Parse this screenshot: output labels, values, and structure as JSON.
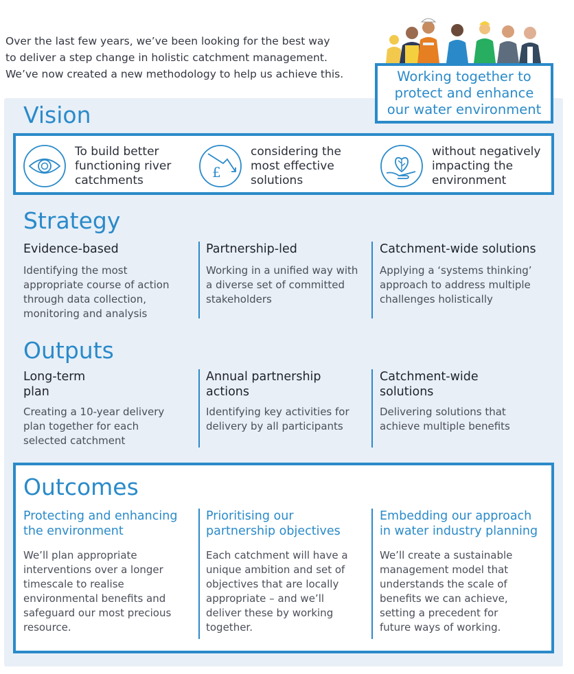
{
  "intro": {
    "lines": [
      "Over the last few years, we’ve been looking for the best way",
      "to deliver a step change in holistic catchment management.",
      "We’ve now created a new methodology to help us achieve this."
    ]
  },
  "callout": {
    "lines": [
      "Working together to",
      "protect and enhance",
      "our water environment"
    ]
  },
  "vision": {
    "heading": "Vision",
    "items": [
      {
        "icon": "eye-icon",
        "lines": [
          "To build better",
          "functioning river",
          "catchments"
        ]
      },
      {
        "icon": "pound-arrow-icon",
        "lines": [
          "considering the",
          "most effective",
          "solutions"
        ]
      },
      {
        "icon": "hand-leaf-icon",
        "lines": [
          "without negatively",
          "impacting the",
          "environment"
        ]
      }
    ]
  },
  "strategy": {
    "heading": "Strategy",
    "columns": [
      {
        "title": [
          "Evidence-based"
        ],
        "body": [
          "Identifying the most",
          "appropriate course of action",
          "through data collection,",
          "monitoring and analysis"
        ]
      },
      {
        "title": [
          "Partnership-led"
        ],
        "body": [
          "Working in a unified way with",
          "a diverse set of committed",
          "stakeholders"
        ]
      },
      {
        "title": [
          "Catchment-wide solutions"
        ],
        "body": [
          "Applying a ‘systems thinking’",
          "approach to address multiple",
          "challenges holistically"
        ]
      }
    ]
  },
  "outputs": {
    "heading": "Outputs",
    "columns": [
      {
        "title": [
          "Long-term",
          "plan"
        ],
        "body": [
          "Creating a 10-year delivery",
          "plan together for each",
          "selected catchment"
        ]
      },
      {
        "title": [
          "Annual partnership",
          "actions"
        ],
        "body": [
          "Identifying key activities for",
          "delivery by all participants"
        ]
      },
      {
        "title": [
          "Catchment-wide",
          "solutions"
        ],
        "body": [
          "Delivering solutions that",
          "achieve multiple benefits"
        ]
      }
    ]
  },
  "outcomes": {
    "heading": "Outcomes",
    "columns": [
      {
        "title": [
          "Protecting and enhancing",
          "the environment"
        ],
        "body": [
          "We’ll plan appropriate",
          "interventions over a longer",
          "timescale to realise",
          "environmental benefits and",
          "safeguard our most precious",
          "resource."
        ]
      },
      {
        "title": [
          "Prioritising our",
          "partnership objectives"
        ],
        "body": [
          "Each catchment will have a",
          "unique ambition and set of",
          "objectives that are locally",
          "appropriate – and we’ll",
          "deliver these by working",
          "together."
        ]
      },
      {
        "title": [
          "Embedding our approach",
          "in water industry planning"
        ],
        "body": [
          "We’ll create a sustainable",
          "management model that",
          "understands the scale of",
          "benefits we can achieve,",
          "setting a precedent for",
          "future ways of working."
        ]
      }
    ]
  },
  "colors": {
    "accent": "#2a8ac9",
    "panel": "#e8eff7"
  }
}
